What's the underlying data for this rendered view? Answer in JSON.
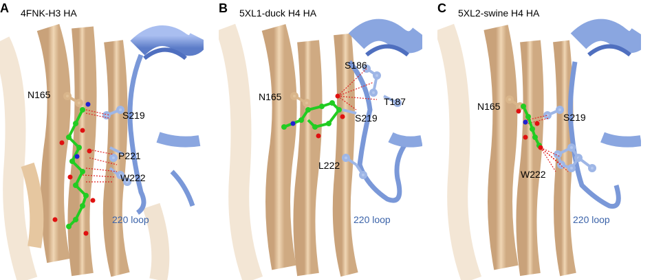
{
  "panels": [
    {
      "letter": "A",
      "title": "4FNK-H3 HA",
      "residues": [
        "N165",
        "S219",
        "P221",
        "W222"
      ],
      "loop_label": "220 loop"
    },
    {
      "letter": "B",
      "title": "5XL1-duck H4 HA",
      "residues": [
        "S186",
        "N165",
        "T187",
        "S219",
        "L222"
      ],
      "loop_label": "220 loop"
    },
    {
      "letter": "C",
      "title": "5XL2-swine H4 HA",
      "residues": [
        "N165",
        "S219",
        "W222"
      ],
      "loop_label": "220 loop"
    }
  ],
  "colors": {
    "beta_sheet": "#e8c9a0",
    "helix": "#7a98d8",
    "ligand_carbon": "#22cc22",
    "oxygen": "#e01010",
    "nitrogen": "#2020d0",
    "hbond": "#e02020",
    "loop_text": "#3a62a8"
  }
}
